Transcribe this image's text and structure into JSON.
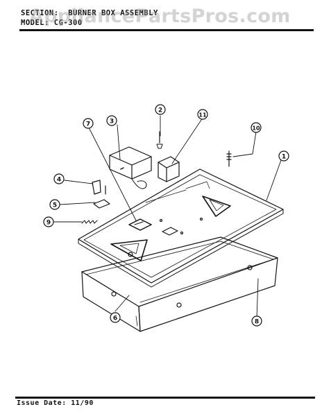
{
  "header": {
    "section_label": "SECTION:",
    "section_value": "BURNER BOX ASSEMBLY",
    "model_label": "MODEL:",
    "model_value": "CG-300"
  },
  "watermark": "AppliancePartsPros.com",
  "footer": {
    "issue_label": "Issue Date:",
    "issue_value": "11/90"
  },
  "callouts": [
    "1",
    "2",
    "3",
    "4",
    "5",
    "6",
    "7",
    "8",
    "9",
    "10",
    "11"
  ]
}
